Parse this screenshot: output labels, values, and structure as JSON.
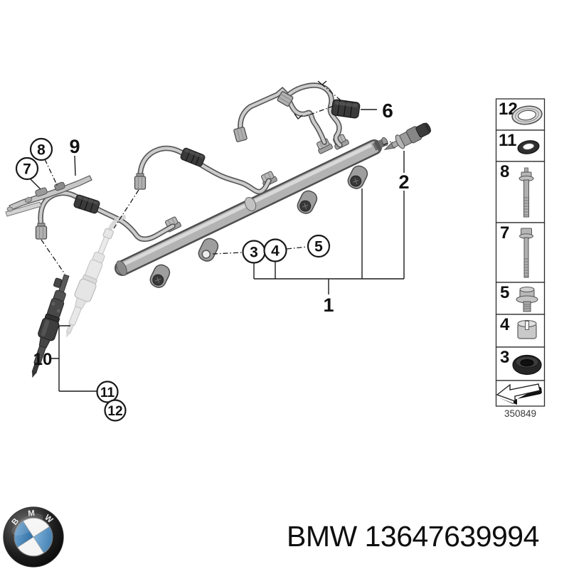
{
  "diagram": {
    "callouts": [
      {
        "label": "1",
        "circled": false
      },
      {
        "label": "2",
        "circled": false
      },
      {
        "label": "3",
        "circled": true
      },
      {
        "label": "4",
        "circled": true
      },
      {
        "label": "5",
        "circled": true
      },
      {
        "label": "6",
        "circled": false
      },
      {
        "label": "7",
        "circled": true
      },
      {
        "label": "8",
        "circled": true
      },
      {
        "label": "9",
        "circled": false
      },
      {
        "label": "10",
        "circled": false
      },
      {
        "label": "11",
        "circled": true
      },
      {
        "label": "12",
        "circled": true
      }
    ]
  },
  "sidebar": {
    "items": [
      {
        "number": "12",
        "icon": "seal-ring-large-icon"
      },
      {
        "number": "11",
        "icon": "o-ring-icon"
      },
      {
        "number": "8",
        "icon": "stud-bolt-icon"
      },
      {
        "number": "7",
        "icon": "hex-bolt-icon"
      },
      {
        "number": "5",
        "icon": "flange-screw-icon"
      },
      {
        "number": "4",
        "icon": "spacer-bushing-icon"
      },
      {
        "number": "3",
        "icon": "rubber-grommet-icon"
      }
    ],
    "direction_box_icon": "direction-arrow-icon",
    "drawing_number": "350849"
  },
  "footer": {
    "text": "BMW 13647639994",
    "logo_letters": [
      "B",
      "M",
      "W"
    ]
  },
  "colors": {
    "background": "#ffffff",
    "line": "#1a1a1a",
    "metal_light": "#cccccc",
    "metal_mid": "#a8a8a8",
    "metal_dark": "#3d3d3d",
    "bmw_blue": "#3a85bd"
  }
}
